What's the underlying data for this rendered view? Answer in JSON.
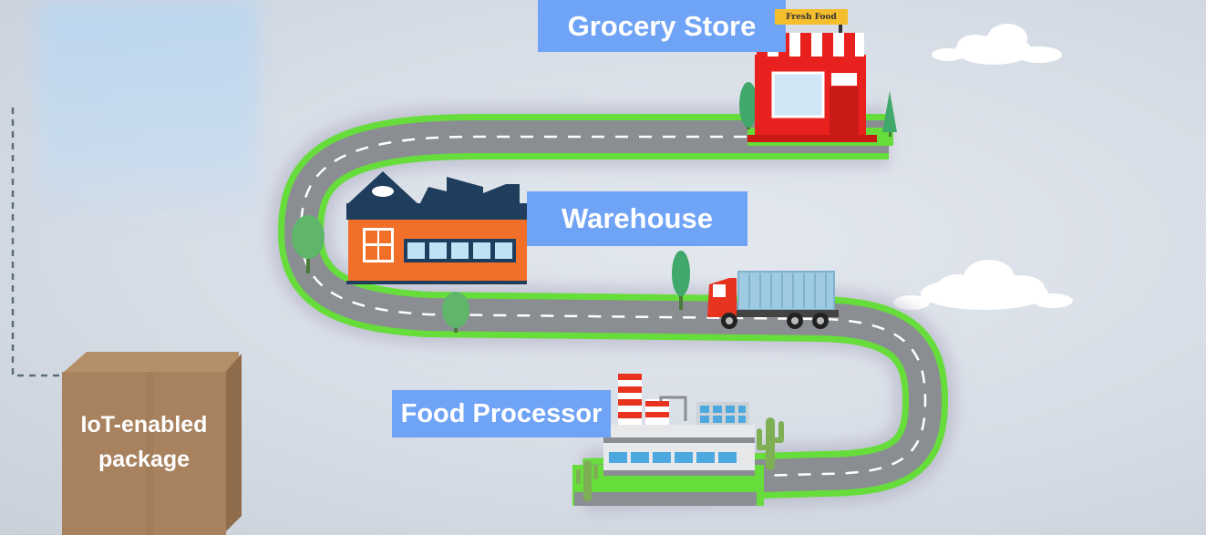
{
  "labels": {
    "grocery_store": "Grocery Store",
    "warehouse": "Warehouse",
    "food_processor": "Food Processor",
    "fresh_food_sign": "Fresh Food",
    "package_line1": "IoT-enabled",
    "package_line2": "package"
  },
  "colors": {
    "label_bg": "#6fa3f5",
    "road": "#8a8e92",
    "road_edge": "#66dd3a",
    "warehouse_wall": "#f26f2a",
    "warehouse_roof": "#1f3d5c",
    "store_red": "#e8211f",
    "truck_cab": "#e8341f",
    "container": "#9ecbe1",
    "package": "#a8825f",
    "background": "#d9dfe7"
  }
}
